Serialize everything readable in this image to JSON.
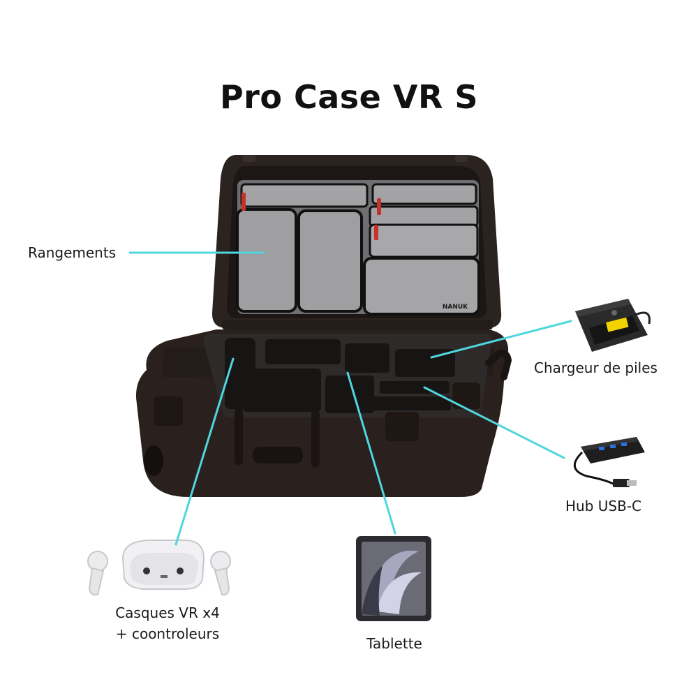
{
  "title": "Pro Case VR S",
  "case": {
    "brand": "NANUK"
  },
  "labels": {
    "rangements": "Rangements",
    "chargeur": "Chargeur de piles",
    "hub": "Hub USB-C",
    "casques_line1": "Casques VR x4",
    "casques_line2": "+ coontroleurs",
    "tablette": "Tablette"
  },
  "colors": {
    "leader": "#4fd6df",
    "case_body": "#2b2320",
    "case_dark": "#1c1614",
    "foam": "#2e2a29",
    "organizer": "#9c9c9f",
    "zipper_pull": "#c5312b",
    "text": "#1a1a1a"
  }
}
